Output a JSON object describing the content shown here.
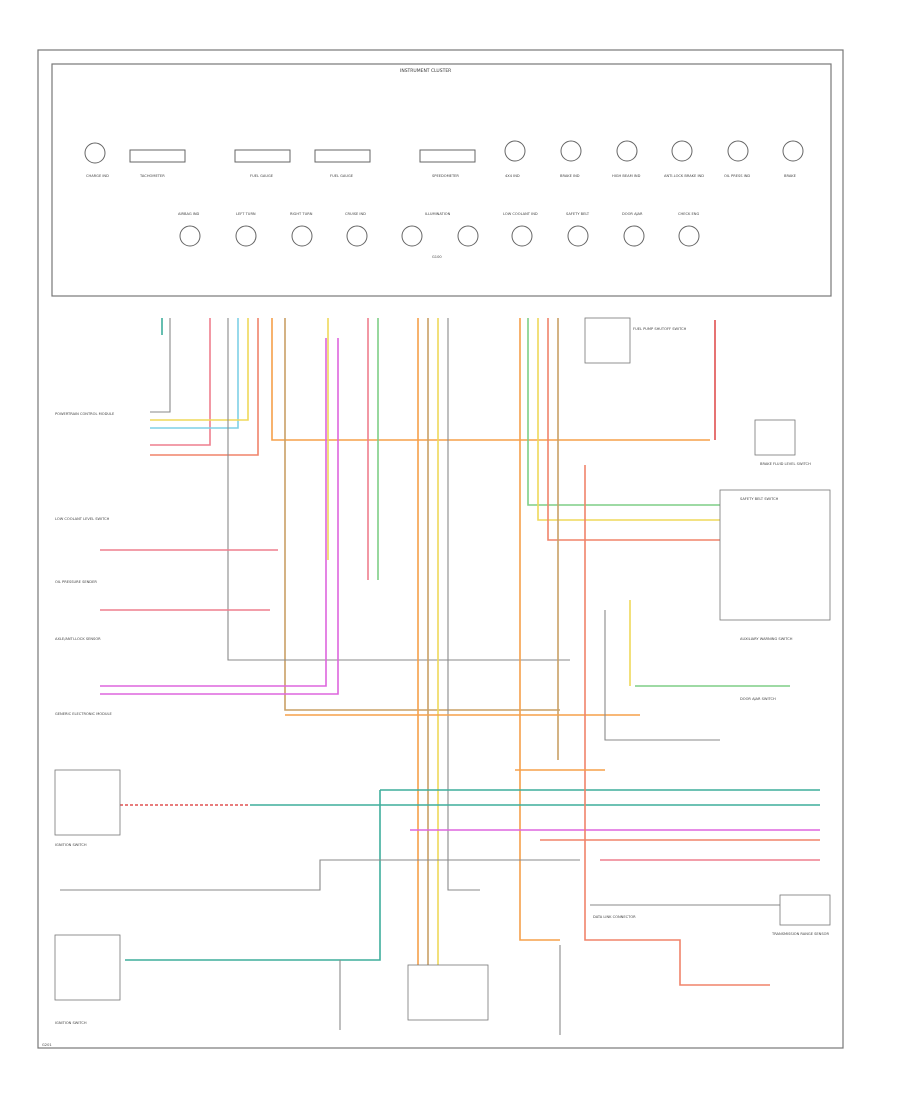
{
  "cluster": {
    "title": "INSTRUMENT CLUSTER",
    "top_row": [
      "CHARGE IND",
      "TACHOMETER",
      "FUEL GAUGE",
      "FUEL GAUGE",
      "SPEEDOMETER",
      "4X4 IND",
      "BRAKE IND",
      "HIGH BEAM IND",
      "ANTI-LOCK BRAKE IND",
      "OIL PRESS IND",
      "BRAKE"
    ],
    "bottom_row": [
      "AIRBAG IND",
      "LEFT TURN",
      "RIGHT TURN",
      "CRUISE IND",
      "ILLUMINATION",
      "LOW COOLANT IND",
      "SAFETY BELT",
      "DOOR AJAR",
      "CHECK ENG"
    ],
    "ground_label": "G100"
  },
  "left_components": [
    "POWERTRAIN CONTROL MODULE",
    "LOW COOLANT LEVEL SWITCH",
    "OIL PRESSURE SENDER",
    "AXLE/ANTI-LOCK SENSOR",
    "GENERIC ELECTRONIC MODULE",
    "IGNITION SWITCH",
    "IGNITION SWITCH"
  ],
  "right_components": [
    "FUEL PUMP SHUTOFF SWITCH",
    "BRAKE FLUID LEVEL SWITCH",
    "SAFETY BELT SWITCH",
    "AUXILIARY WARNING SWITCH",
    "DOOR AJAR SWITCH",
    "DATA LINK CONNECTOR",
    "TRANSMISSION RANGE SENSOR"
  ],
  "wire_colors": {
    "orange": "#f5a04a",
    "pink": "#ee7e8e",
    "magenta": "#dd66dd",
    "teal": "#3fae9c",
    "green": "#7fce86",
    "yellow": "#efd95a",
    "light_blue": "#7fd0e6",
    "gray": "#8a8a8a",
    "salmon": "#f0836a",
    "tan": "#c9a066",
    "red": "#e05050"
  },
  "footer_code": "G201"
}
